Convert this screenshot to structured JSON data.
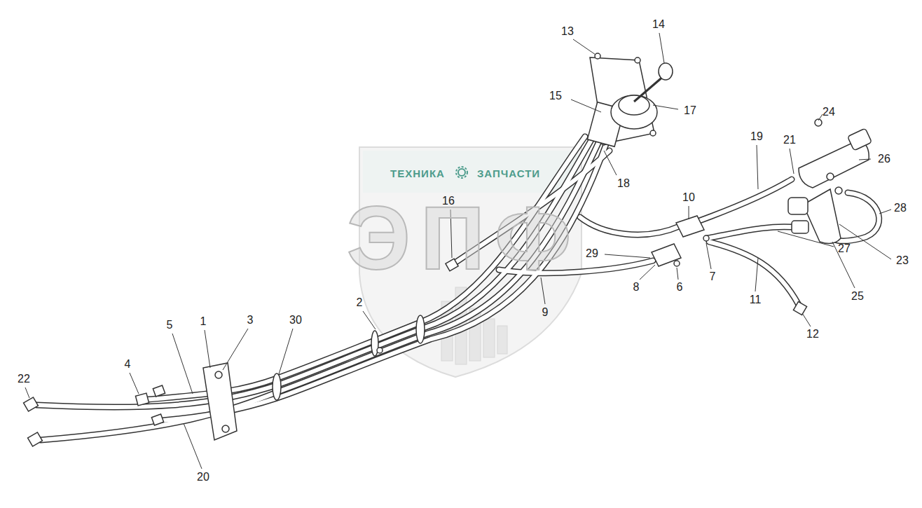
{
  "diagram": {
    "labels": [
      "13",
      "14",
      "15",
      "17",
      "19",
      "24",
      "21",
      "26",
      "18",
      "ТЕХНИКА",
      "ЗАПЧАСТИ",
      "10",
      "16",
      "28",
      "ЭПФ",
      "29",
      "27",
      "23",
      "7",
      "6",
      "8",
      "11",
      "25",
      "2",
      "9",
      "1",
      "3",
      "30",
      "5",
      "12",
      "4",
      "22",
      "20"
    ]
  }
}
